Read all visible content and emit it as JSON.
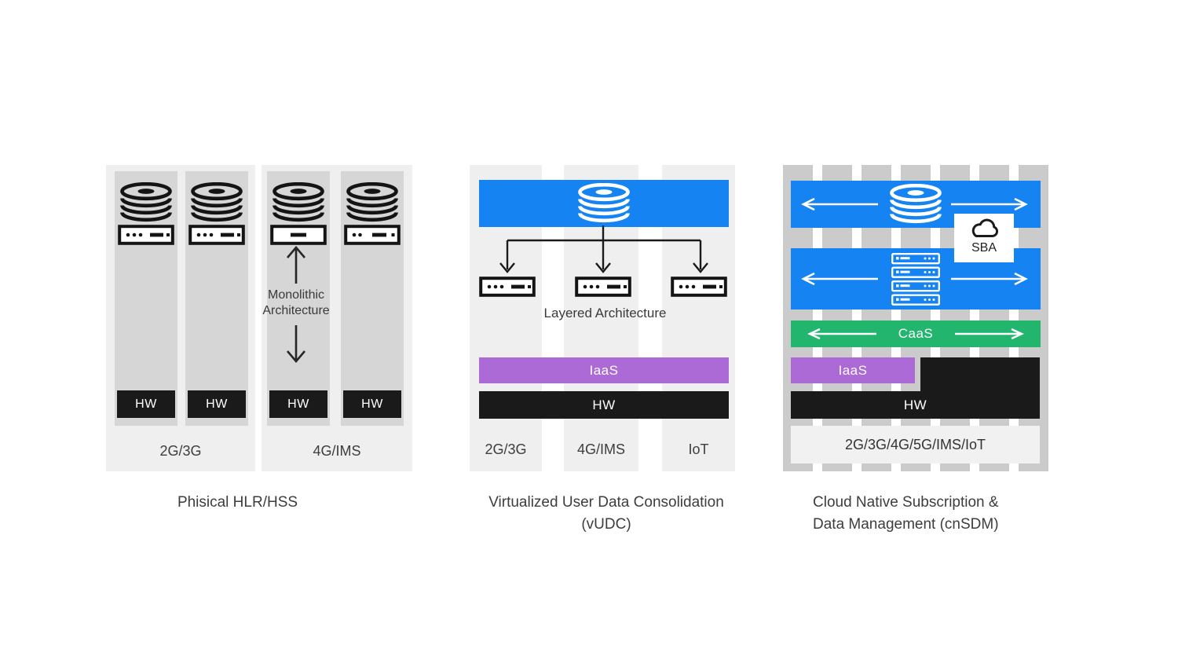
{
  "colors": {
    "blue": "#1583f2",
    "green": "#21b56e",
    "purple": "#ab6ad6",
    "bar_black": "#1a1a1a",
    "panel_light": "#efefef",
    "panel_col": "#d6d6d6",
    "right_gray": "#cbcbcb",
    "strip_bg": "#f1f1f1",
    "text": "#3d3d3d"
  },
  "left_panel": {
    "caption": "Phisical HLR/HSS",
    "group1_label": "2G/3G",
    "group2_label": "4G/IMS",
    "hw": "HW",
    "monolithic_line1": "Monolithic",
    "monolithic_line2": "Architecture"
  },
  "middle_panel": {
    "caption_line1": "Virtualized User Data Consolidation",
    "caption_line2": "(vUDC)",
    "layered": "Layered Architecture",
    "iaas": "IaaS",
    "hw": "HW",
    "col_labels": [
      "2G/3G",
      "4G/IMS",
      "IoT"
    ]
  },
  "right_panel": {
    "caption_line1": "Cloud Native Subscription &",
    "caption_line2": "Data Management (cnSDM)",
    "sba": "SBA",
    "caas": "CaaS",
    "iaas": "IaaS",
    "hw": "HW",
    "bottom_label": "2G/3G/4G/5G/IMS/IoT"
  }
}
